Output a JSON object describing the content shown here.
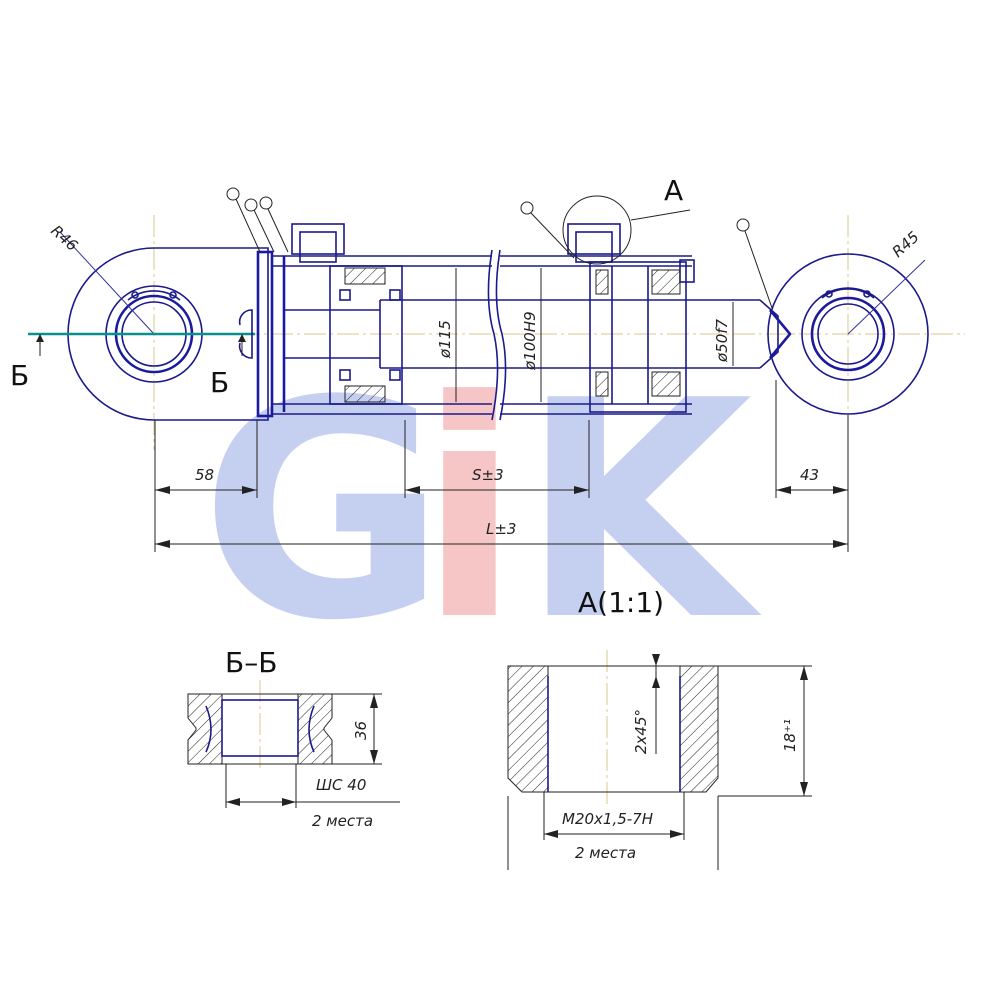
{
  "watermark": {
    "letters": [
      "G",
      "i",
      "K"
    ],
    "colors": [
      "#3355cc",
      "#e23333",
      "#3355cc"
    ]
  },
  "main_view": {
    "radius_left": "R46",
    "radius_right": "R45",
    "dia_rod": "ø115",
    "dia_bore": "ø100H9",
    "dia_piston_rod": "ø50f7",
    "dim_left": "58",
    "dim_stroke": "S±3",
    "dim_right": "43",
    "dim_length": "L±3",
    "section_mark": "Б",
    "detail_mark": "A"
  },
  "section_bb": {
    "title": "Б–Б",
    "height": "36",
    "bearing": "ШС 40",
    "qty": "2 места"
  },
  "detail_a": {
    "title": "A(1:1)",
    "chamfer": "2x45°",
    "height": "18⁺¹",
    "thread": "M20x1,5-7H",
    "qty": "2 места"
  },
  "colors": {
    "line": "#1a1a8c",
    "centerline": "#d9c98a",
    "hatch": "#222222"
  }
}
